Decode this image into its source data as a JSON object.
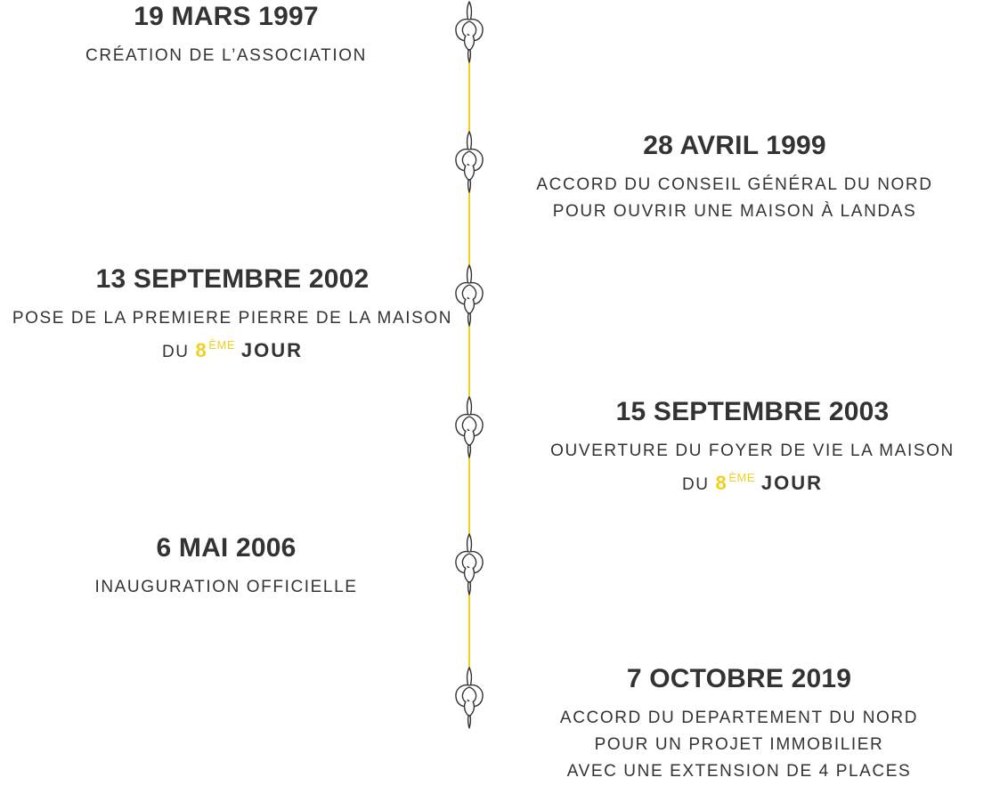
{
  "timeline": {
    "accent_color": "#f2cf1f",
    "events": [
      {
        "date": "19 MARS 1997",
        "lines": [
          "CRÉATION DE L’ASSOCIATION"
        ],
        "side": "left"
      },
      {
        "date": "28 AVRIL 1999",
        "lines": [
          "ACCORD DU CONSEIL GÉNÉRAL DU NORD",
          "POUR OUVRIR UNE MAISON À LANDAS"
        ],
        "side": "right"
      },
      {
        "date": "13 SEPTEMBRE 2002",
        "lines": [
          "POSE DE LA PREMIERE PIERRE DE LA MAISON"
        ],
        "tail": {
          "prefix": "DU",
          "num": "8",
          "sup": "ÈME",
          "word": "JOUR"
        },
        "side": "left"
      },
      {
        "date": "15 SEPTEMBRE 2003",
        "lines": [
          "OUVERTURE DU FOYER DE VIE LA MAISON"
        ],
        "tail": {
          "prefix": "DU",
          "num": "8",
          "sup": "ÈME",
          "word": "JOUR"
        },
        "side": "right"
      },
      {
        "date": "6 MAI 2006",
        "lines": [
          "INAUGURATION OFFICIELLE"
        ],
        "side": "left"
      },
      {
        "date": "7 OCTOBRE 2019",
        "lines": [
          "ACCORD DU DEPARTEMENT DU NORD",
          "POUR UN PROJET IMMOBILIER",
          "AVEC UNE EXTENSION DE 4 PLACES"
        ],
        "side": "right"
      }
    ],
    "marker_icon": "rope-knot-icon"
  }
}
